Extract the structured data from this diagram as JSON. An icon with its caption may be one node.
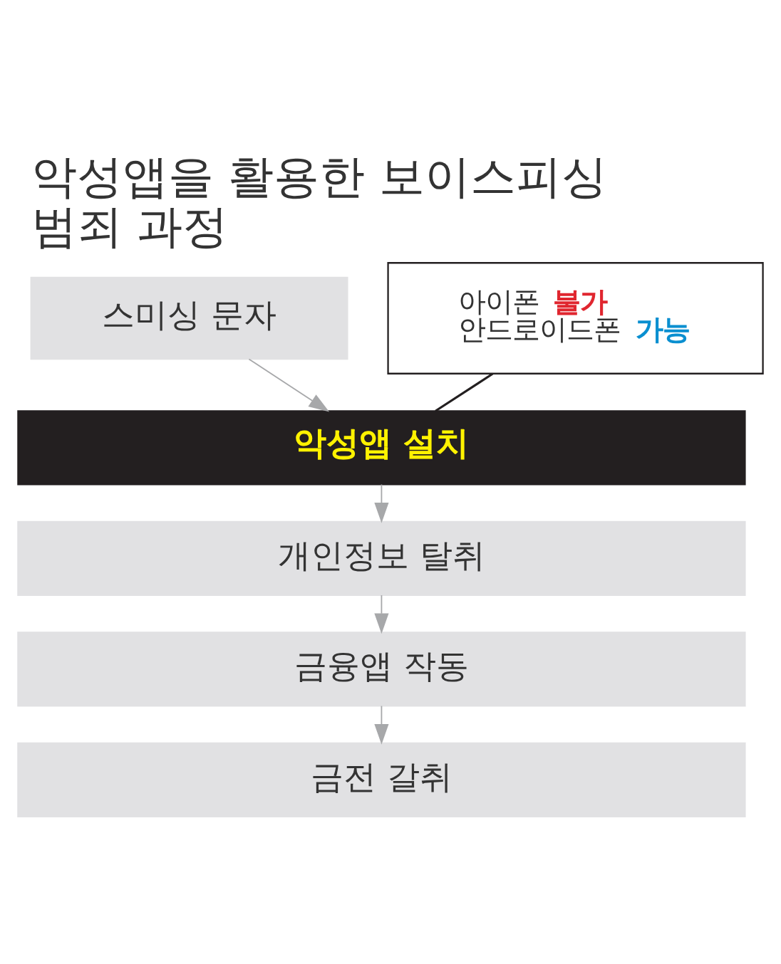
{
  "diagram": {
    "title": "악성앱을 활용한 보이스피싱 범죄 과정",
    "nodes": [
      {
        "text": [
          "스미싱 문자"
        ]
      },
      {
        "text": [
          "아이폰 불가",
          "안드로이드폰 가능"
        ]
      },
      {
        "text": [
          "악성앱 설치"
        ]
      },
      {
        "text": [
          "개인정보 탈취"
        ]
      },
      {
        "text": [
          "금융앱 작동"
        ]
      },
      {
        "text": [
          "금전 갈취"
        ]
      }
    ],
    "edges": [
      {
        "from": 0,
        "to": 2,
        "arrow": "to"
      },
      {
        "from": 1,
        "to": 2,
        "arrow": "none",
        "color": "#231f20"
      },
      {
        "from": 2,
        "to": 3,
        "arrow": "to"
      },
      {
        "from": 3,
        "to": 4,
        "arrow": "to"
      },
      {
        "from": 4,
        "to": 5,
        "arrow": "to"
      }
    ]
  }
}
